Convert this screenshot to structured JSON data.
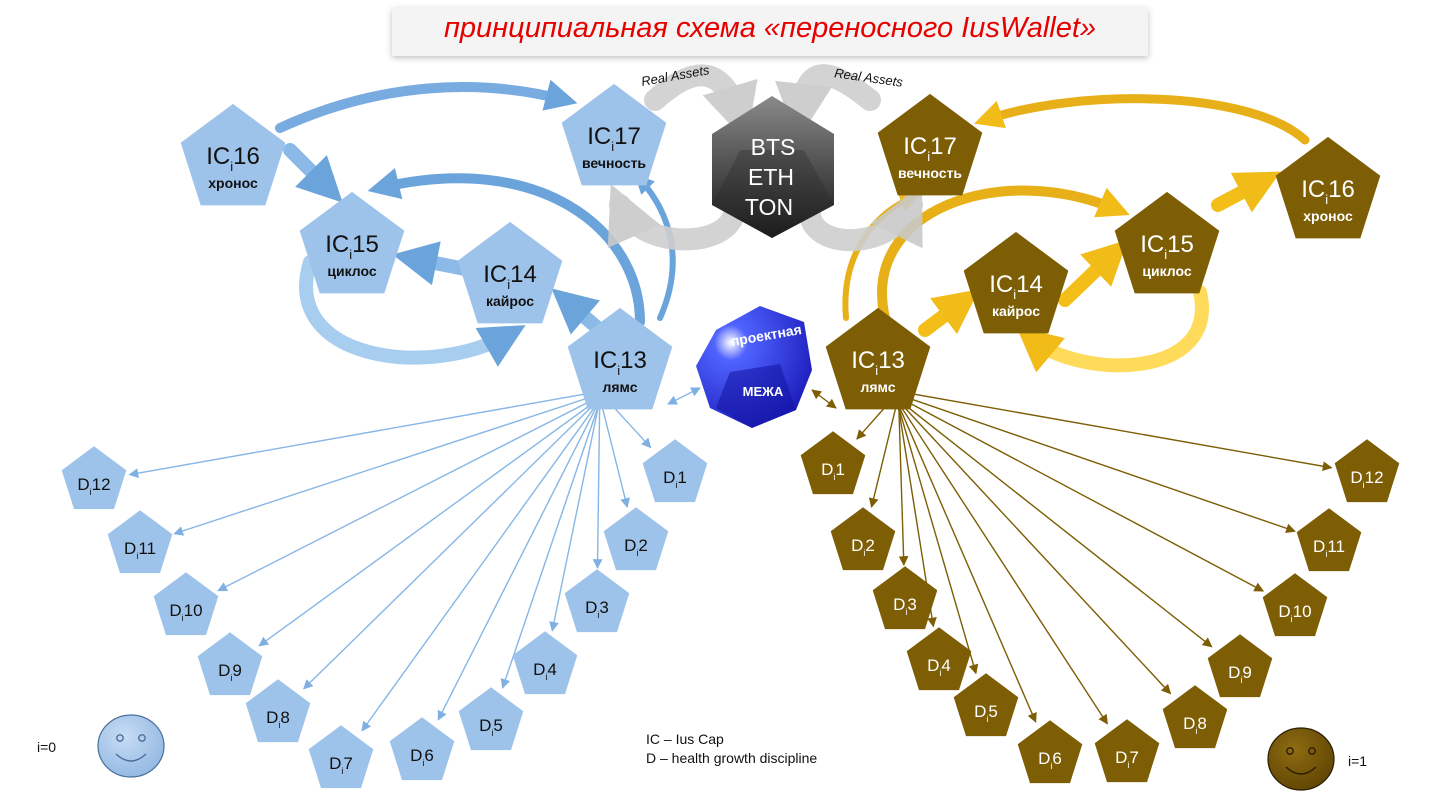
{
  "title": "принципиальная схема «переносного IusWallet»",
  "colors": {
    "blue": "#9ec3ea",
    "brown": "#7d5e05",
    "gold": "#f2c10c",
    "title_red": "#e60000"
  },
  "wallets": [
    {
      "index_label": "i=0",
      "ic_nodes": [
        {
          "id": "IC16",
          "prefix": "IC",
          "sub": "i",
          "num": "16",
          "name": "хронос"
        },
        {
          "id": "IC17",
          "prefix": "IC",
          "sub": "i",
          "num": "17",
          "name": "вечность"
        },
        {
          "id": "IC15",
          "prefix": "IC",
          "sub": "i",
          "num": "15",
          "name": "циклос"
        },
        {
          "id": "IC14",
          "prefix": "IC",
          "sub": "i",
          "num": "14",
          "name": "кайрос"
        },
        {
          "id": "IC13",
          "prefix": "IC",
          "sub": "i",
          "num": "13",
          "name": "лямс"
        }
      ],
      "d_nodes": [
        {
          "prefix": "D",
          "sub": "i",
          "num": "1"
        },
        {
          "prefix": "D",
          "sub": "i",
          "num": "2"
        },
        {
          "prefix": "D",
          "sub": "i",
          "num": "3"
        },
        {
          "prefix": "D",
          "sub": "i",
          "num": "4"
        },
        {
          "prefix": "D",
          "sub": "i",
          "num": "5"
        },
        {
          "prefix": "D",
          "sub": "i",
          "num": "6"
        },
        {
          "prefix": "D",
          "sub": "i",
          "num": "7"
        },
        {
          "prefix": "D",
          "sub": "i",
          "num": "8"
        },
        {
          "prefix": "D",
          "sub": "i",
          "num": "9"
        },
        {
          "prefix": "D",
          "sub": "i",
          "num": "10"
        },
        {
          "prefix": "D",
          "sub": "i",
          "num": "11"
        },
        {
          "prefix": "D",
          "sub": "i",
          "num": "12"
        }
      ]
    },
    {
      "index_label": "i=1",
      "ic_nodes": [
        {
          "id": "IC16",
          "prefix": "IC",
          "sub": "i",
          "num": "16",
          "name": "хронос"
        },
        {
          "id": "IC17",
          "prefix": "IC",
          "sub": "i",
          "num": "17",
          "name": "вечность"
        },
        {
          "id": "IC15",
          "prefix": "IC",
          "sub": "i",
          "num": "15",
          "name": "циклос"
        },
        {
          "id": "IC14",
          "prefix": "IC",
          "sub": "i",
          "num": "14",
          "name": "кайрос"
        },
        {
          "id": "IC13",
          "prefix": "IC",
          "sub": "i",
          "num": "13",
          "name": "лямс"
        }
      ],
      "d_nodes": [
        {
          "prefix": "D",
          "sub": "i",
          "num": "1"
        },
        {
          "prefix": "D",
          "sub": "i",
          "num": "2"
        },
        {
          "prefix": "D",
          "sub": "i",
          "num": "3"
        },
        {
          "prefix": "D",
          "sub": "i",
          "num": "4"
        },
        {
          "prefix": "D",
          "sub": "i",
          "num": "5"
        },
        {
          "prefix": "D",
          "sub": "i",
          "num": "6"
        },
        {
          "prefix": "D",
          "sub": "i",
          "num": "7"
        },
        {
          "prefix": "D",
          "sub": "i",
          "num": "8"
        },
        {
          "prefix": "D",
          "sub": "i",
          "num": "9"
        },
        {
          "prefix": "D",
          "sub": "i",
          "num": "10"
        },
        {
          "prefix": "D",
          "sub": "i",
          "num": "11"
        },
        {
          "prefix": "D",
          "sub": "i",
          "num": "12"
        }
      ]
    }
  ],
  "blockchain_node": {
    "lines": [
      "BTS",
      "ETH",
      "TON"
    ]
  },
  "real_assets_labels": [
    "Real Assets",
    "Real Assets"
  ],
  "boundary_node": {
    "top": "проектная",
    "bottom": "МЕЖА"
  },
  "legend": {
    "line1": "IC – Ius Cap",
    "line2": "D – health growth discipline"
  }
}
